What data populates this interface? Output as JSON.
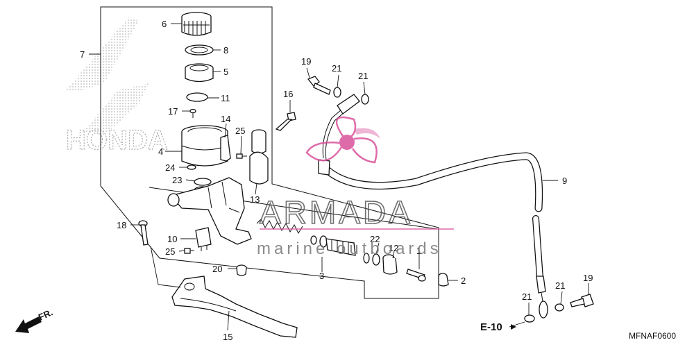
{
  "callouts": {
    "c1": "1",
    "c2": "2",
    "c3": "3",
    "c4": "4",
    "c5": "5",
    "c6": "6",
    "c7": "7",
    "c8": "8",
    "c9": "9",
    "c10": "10",
    "c11": "11",
    "c12": "12",
    "c13": "13",
    "c14": "14",
    "c15": "15",
    "c16": "16",
    "c17": "17",
    "c18": "18",
    "c19a": "19",
    "c19b": "19",
    "c20": "20",
    "c21a": "21",
    "c21b": "21",
    "c21c": "21",
    "c21d": "21",
    "c22": "22",
    "c23": "23",
    "c24": "24",
    "c25a": "25",
    "c25b": "25"
  },
  "reference": {
    "e10": "E-10",
    "front": "FR.",
    "diagram_code": "MFNAF0600"
  },
  "watermark": {
    "brand": "ARMADA",
    "tagline": "marine outboards",
    "logo_text": "HONDA"
  },
  "colors": {
    "watermark_pink": "#d9529b",
    "line": "#111111"
  },
  "icons": {
    "front_arrow": "front-arrow-icon",
    "propeller_logo": "propeller-logo-icon"
  }
}
